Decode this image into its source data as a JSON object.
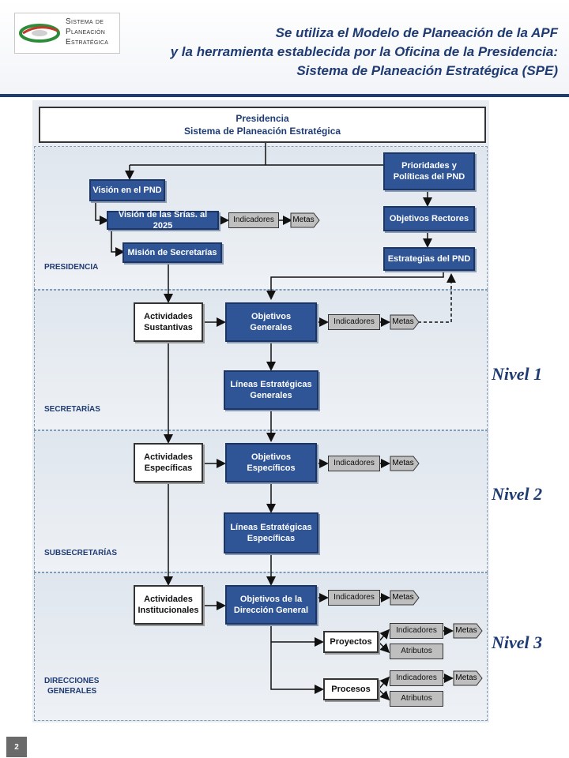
{
  "header": {
    "logo_lines": [
      "Sistema de",
      "Planeación",
      "Estratégica"
    ],
    "title_lines": [
      "Se utiliza el Modelo de Planeación de la APF",
      "y la herramienta establecida por la Oficina de la Presidencia:",
      "Sistema de Planeación Estratégica (SPE)"
    ]
  },
  "diagram": {
    "top": {
      "line1": "Presidencia",
      "line2": "Sistema de Planeación Estratégica"
    },
    "bands": {
      "presidencia": "PRESIDENCIA",
      "secretarias": "SECRETARÍAS",
      "subsecretarias": "SUBSECRETARÍAS",
      "direcciones": {
        "line1": "DIRECCIONES",
        "line2": "GENERALES"
      }
    },
    "presidencia": {
      "vision_pnd": "Visión en el PND",
      "vision_srias": "Visión de las Srías. al 2025",
      "indicadores": "Indicadores",
      "metas": "Metas",
      "mision": "Misión de Secretarías",
      "prioridades": {
        "line1": "Prioridades y",
        "line2": "Políticas del PND"
      },
      "objetivos_rectores": "Objetivos Rectores",
      "estrategias": "Estrategias del PND"
    },
    "secretarias": {
      "actividades": {
        "line1": "Actividades",
        "line2": "Sustantivas"
      },
      "objetivos": {
        "line1": "Objetivos",
        "line2": "Generales"
      },
      "indicadores": "Indicadores",
      "metas": "Metas",
      "lineas": {
        "line1": "Líneas Estratégicas",
        "line2": "Generales"
      }
    },
    "subsecretarias": {
      "actividades": {
        "line1": "Actividades",
        "line2": "Específicas"
      },
      "objetivos": {
        "line1": "Objetivos",
        "line2": "Específicos"
      },
      "indicadores": "Indicadores",
      "metas": "Metas",
      "lineas": {
        "line1": "Líneas Estratégicas",
        "line2": "Específicas"
      }
    },
    "direcciones": {
      "actividades": {
        "line1": "Actividades",
        "line2": "Institucionales"
      },
      "objetivos": {
        "line1": "Objetivos de la",
        "line2": "Dirección General"
      },
      "indicadores": "Indicadores",
      "metas": "Metas",
      "proyectos": "Proyectos",
      "proyectos_indicadores": "Indicadores",
      "proyectos_metas": "Metas",
      "proyectos_atributos": "Atributos",
      "procesos": "Procesos",
      "procesos_indicadores": "Indicadores",
      "procesos_metas": "Metas",
      "procesos_atributos": "Atributos"
    }
  },
  "levels": {
    "nivel1": "Nivel 1",
    "nivel2": "Nivel 2",
    "nivel3": "Nivel 3"
  },
  "page_number": "2",
  "colors": {
    "navy": "#1f3b73",
    "box_blue": "#2f5597",
    "band_bg": "#e9ecf0"
  }
}
